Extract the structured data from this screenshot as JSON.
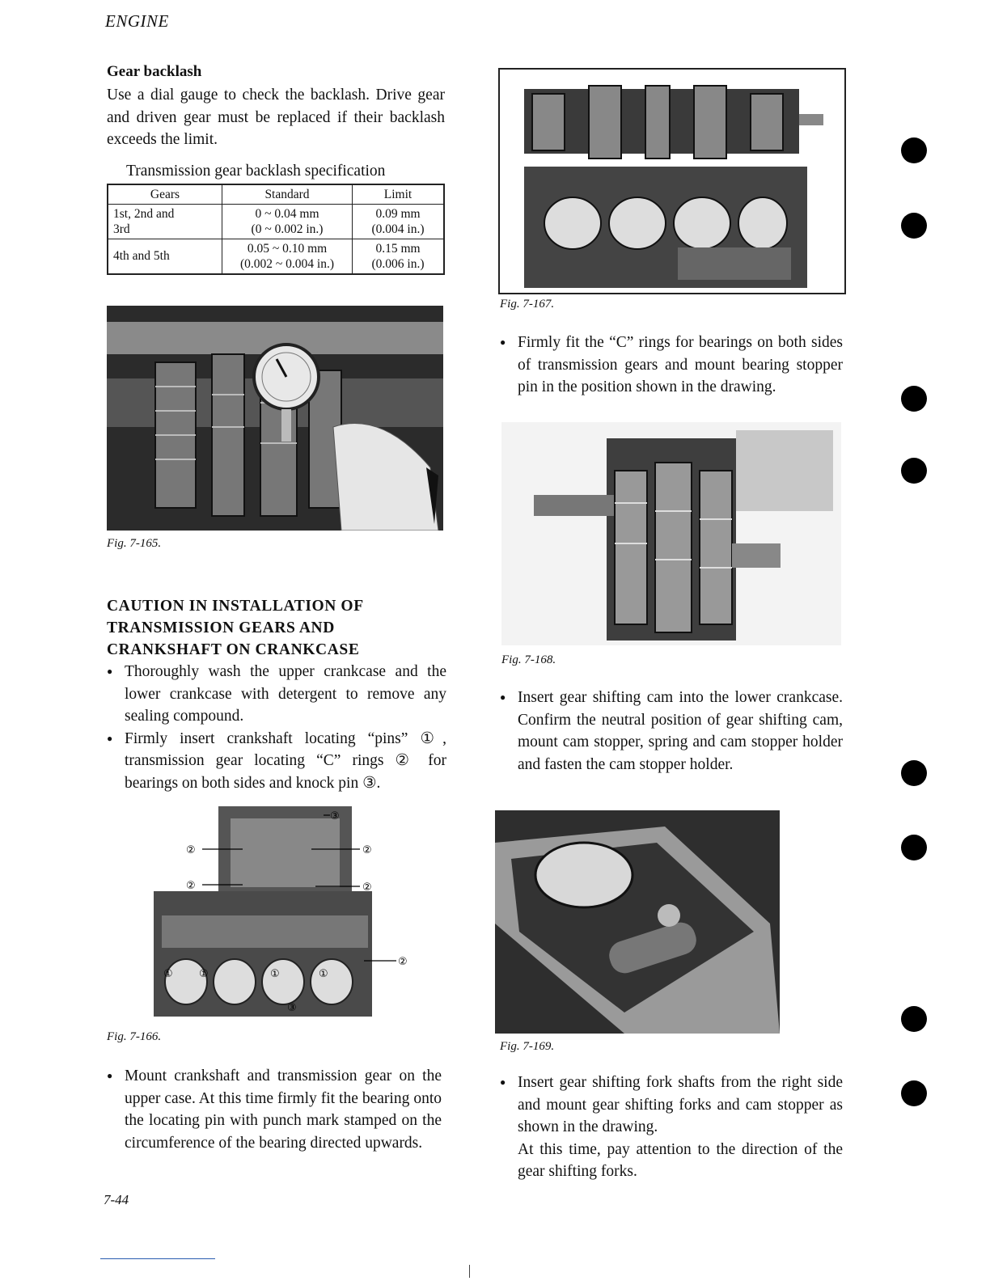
{
  "header": {
    "section": "ENGINE"
  },
  "left": {
    "heading": "Gear backlash",
    "intro": "Use a dial gauge to check the backlash. Drive gear and driven gear must be replaced if their backlash exceeds the limit.",
    "spec_caption": "Transmission gear backlash specification",
    "table": {
      "headers": [
        "Gears",
        "Standard",
        "Limit"
      ],
      "rows": [
        {
          "gears_l1": "1st, 2nd and",
          "gears_l2": "3rd",
          "std_l1": "0 ~ 0.04 mm",
          "std_l2": "(0 ~ 0.002 in.)",
          "lim_l1": "0.09 mm",
          "lim_l2": "(0.004 in.)"
        },
        {
          "gears_l1": "4th and 5th",
          "gears_l2": "",
          "std_l1": "0.05 ~ 0.10 mm",
          "std_l2": "(0.002 ~ 0.004 in.)",
          "lim_l1": "0.15 mm",
          "lim_l2": "(0.006 in.)"
        }
      ]
    },
    "fig165": "Fig. 7-165.",
    "caution": [
      "CAUTION IN INSTALLATION OF",
      "TRANSMISSION GEARS AND",
      "CRANKSHAFT ON CRANKCASE"
    ],
    "bullets": [
      "Thoroughly wash the upper crankcase and the lower crankcase with detergent to remove any sealing compound.",
      "Firmly insert crankshaft locating “pins” ①, transmission gear locating “C” rings ② for bearings on both sides and knock pin ③."
    ],
    "fig166": "Fig. 7-166.",
    "callouts": {
      "c1": "①",
      "c2": "②",
      "c3": "③"
    },
    "bullet_mount": "Mount crankshaft and transmission gear on the upper case. At this time firmly fit the bearing onto the locating pin with punch mark stamped on the circumference of the bearing directed upwards."
  },
  "right": {
    "fig167": "Fig. 7-167.",
    "bullet_c_rings": "Firmly fit the “C” rings for bearings on both sides of transmission gears and mount bearing stopper pin in the position shown in the drawing.",
    "fig168": "Fig. 7-168.",
    "bullet_cam": "Insert gear shifting cam into the lower crankcase. Confirm the neutral position of gear shifting cam, mount cam stopper, spring and cam stopper holder and fasten the cam stopper holder.",
    "fig169": "Fig. 7-169.",
    "bullet_forks_l1": "Insert gear shifting fork shafts from the right side and mount gear shifting forks and cam stopper as shown in the drawing.",
    "bullet_forks_l2": "At this time, pay attention to the direction of the gear shifting forks."
  },
  "footer": {
    "page": "7-44"
  }
}
